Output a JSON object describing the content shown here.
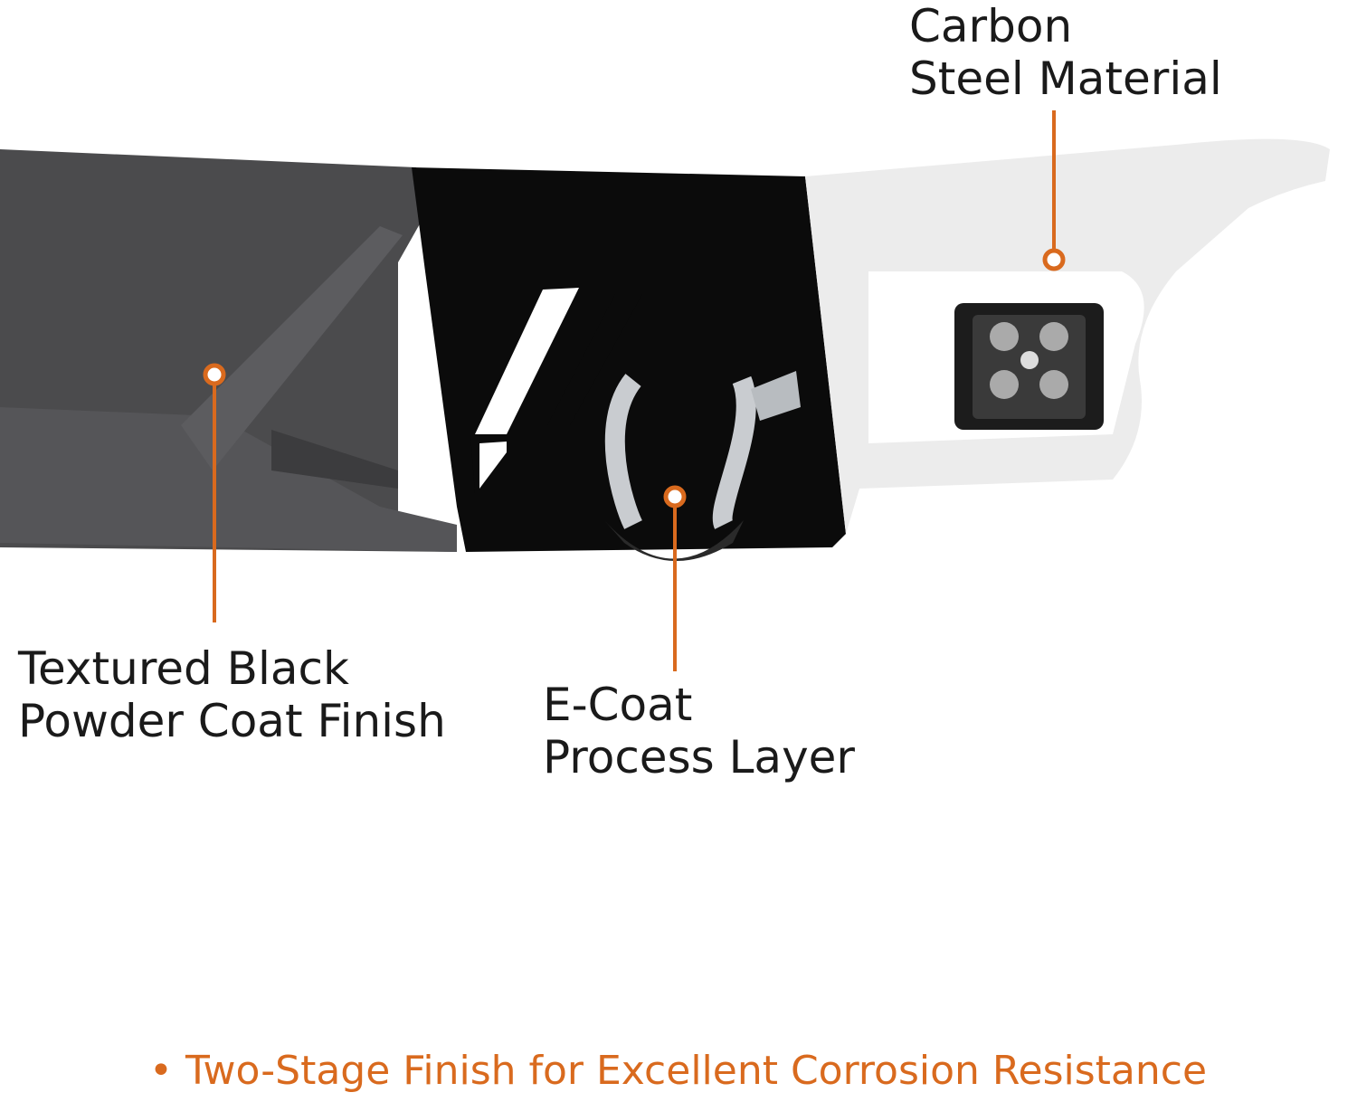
{
  "callouts": [
    {
      "id": "carbon",
      "lines": [
        "Carbon",
        "Steel Material"
      ]
    },
    {
      "id": "textured",
      "lines": [
        "Textured Black",
        "Powder Coat Finish"
      ]
    },
    {
      "id": "ecoat",
      "lines": [
        "E-Coat",
        "Process Layer"
      ]
    }
  ],
  "tagline": "• Two-Stage Finish for Excellent Corrosion Resistance",
  "colors": {
    "accent": "#d96a1e",
    "textured": "#4a4a4c",
    "ecoat": "#0b0b0b",
    "steel": "#ececec"
  }
}
